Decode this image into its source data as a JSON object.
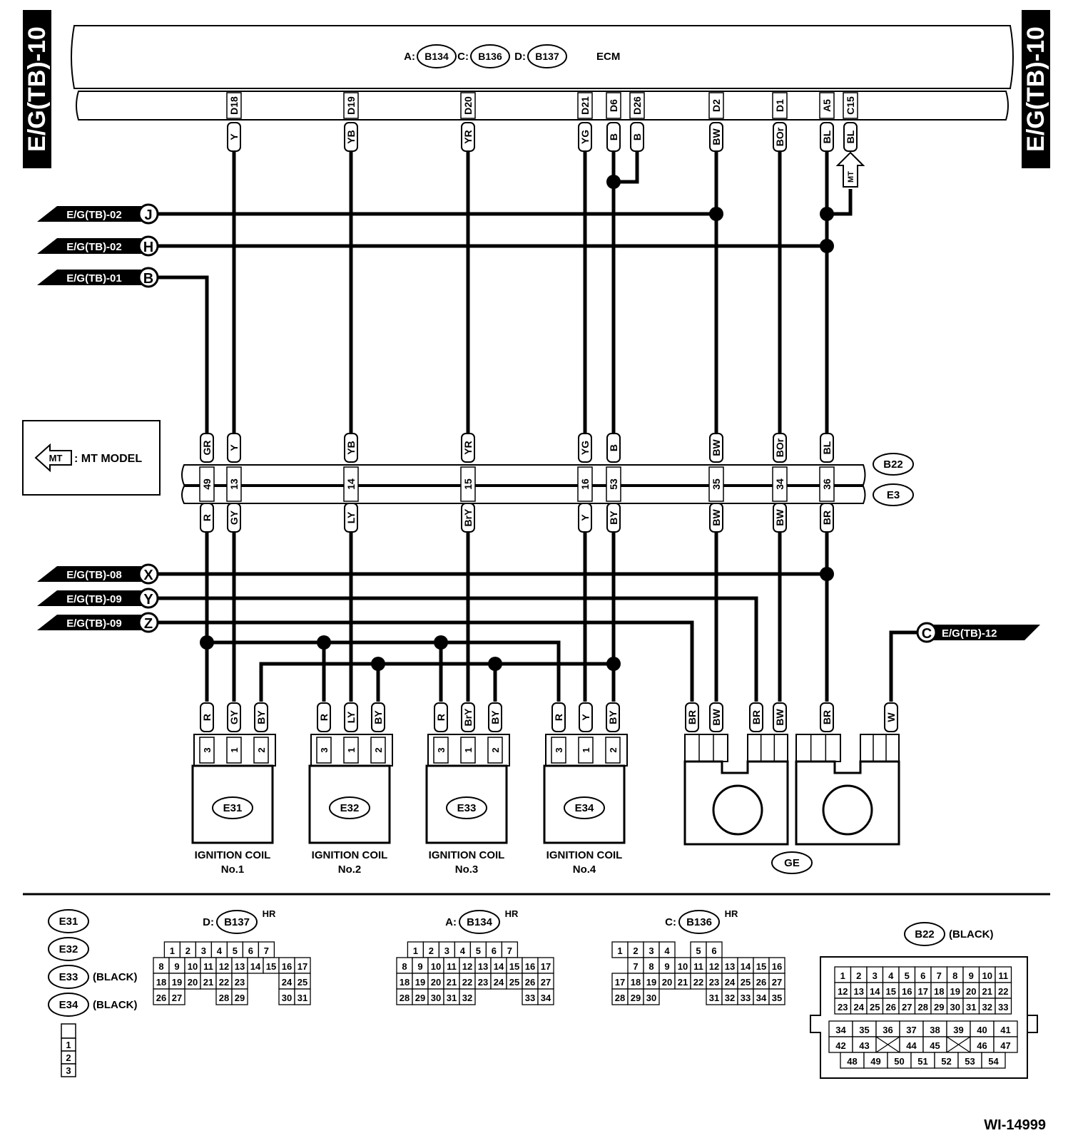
{
  "page_refs": {
    "left": "E/G(TB)-10",
    "right": "E/G(TB)-10"
  },
  "ecm": {
    "label": "ECM",
    "connectors": [
      {
        "prefix": "A:",
        "id": "B134"
      },
      {
        "prefix": "C:",
        "id": "B136"
      },
      {
        "prefix": "D:",
        "id": "B137"
      }
    ]
  },
  "ecm_pins": [
    {
      "pin": "D18",
      "color": "Y"
    },
    {
      "pin": "D19",
      "color": "YB"
    },
    {
      "pin": "D20",
      "color": "YR"
    },
    {
      "pin": "D21",
      "color": "YG"
    },
    {
      "pin": "D6",
      "color": "B"
    },
    {
      "pin": "D26",
      "color": "B"
    },
    {
      "pin": "D2",
      "color": "BW"
    },
    {
      "pin": "D1",
      "color": "BOr"
    },
    {
      "pin": "A5",
      "color": "BL"
    },
    {
      "pin": "C15",
      "color": "BL"
    }
  ],
  "mt_tag": "MT",
  "offpage_left": [
    {
      "ref": "E/G(TB)-02",
      "letter": "J"
    },
    {
      "ref": "E/G(TB)-02",
      "letter": "H"
    },
    {
      "ref": "E/G(TB)-01",
      "letter": "B"
    },
    {
      "ref": "E/G(TB)-08",
      "letter": "X"
    },
    {
      "ref": "E/G(TB)-09",
      "letter": "Y"
    },
    {
      "ref": "E/G(TB)-09",
      "letter": "Z"
    }
  ],
  "offpage_right": {
    "ref": "E/G(TB)-12",
    "letter": "C"
  },
  "legend": {
    "tag": "MT",
    "text": ": MT MODEL"
  },
  "joint": {
    "top_label": "B22",
    "bottom_label": "E3",
    "top_colors": [
      "GR",
      "Y",
      "YB",
      "YR",
      "YG",
      "B",
      "BW",
      "BOr",
      "BL"
    ],
    "pins": [
      "49",
      "13",
      "14",
      "15",
      "16",
      "53",
      "35",
      "34",
      "36"
    ],
    "bottom_colors": [
      "R",
      "GY",
      "LY",
      "BrY",
      "Y",
      "BY",
      "BW",
      "BW",
      "BR"
    ]
  },
  "coils": [
    {
      "id": "E31",
      "name": "IGNITION COIL",
      "number": "No.1",
      "wires": [
        "R",
        "GY",
        "BY"
      ],
      "pins": [
        "3",
        "1",
        "2"
      ]
    },
    {
      "id": "E32",
      "name": "IGNITION COIL",
      "number": "No.2",
      "wires": [
        "R",
        "LY",
        "BY"
      ],
      "pins": [
        "3",
        "1",
        "2"
      ]
    },
    {
      "id": "E33",
      "name": "IGNITION COIL",
      "number": "No.3",
      "wires": [
        "R",
        "BrY",
        "BY"
      ],
      "pins": [
        "3",
        "1",
        "2"
      ]
    },
    {
      "id": "E34",
      "name": "IGNITION COIL",
      "number": "No.4",
      "wires": [
        "R",
        "Y",
        "BY"
      ],
      "pins": [
        "3",
        "1",
        "2"
      ]
    }
  ],
  "ground": {
    "label": "GE",
    "wires": [
      "BR",
      "BW",
      "BR",
      "BW",
      "BR",
      "W"
    ]
  },
  "connector_views": {
    "coil_list": [
      {
        "id": "E31",
        "note": ""
      },
      {
        "id": "E32",
        "note": ""
      },
      {
        "id": "E33",
        "note": "(BLACK)"
      },
      {
        "id": "E34",
        "note": "(BLACK)"
      }
    ],
    "coil_pins": [
      "1",
      "2",
      "3"
    ],
    "b137": {
      "prefix": "D:",
      "id": "B137",
      "sup": "HR",
      "rows": [
        [
          "1",
          "2",
          "3",
          "4",
          "5",
          "6",
          "7"
        ],
        [
          "8",
          "9",
          "10",
          "11",
          "12",
          "13",
          "14",
          "15",
          "16",
          "17"
        ],
        [
          "18",
          "19",
          "20",
          "21",
          "22",
          "23",
          "",
          "",
          "24",
          "25"
        ],
        [
          "26",
          "27",
          "",
          "",
          "28",
          "29",
          "",
          "",
          "30",
          "31"
        ]
      ]
    },
    "b134": {
      "prefix": "A:",
      "id": "B134",
      "sup": "HR",
      "rows": [
        [
          "1",
          "2",
          "3",
          "4",
          "5",
          "6",
          "7"
        ],
        [
          "8",
          "9",
          "10",
          "11",
          "12",
          "13",
          "14",
          "15",
          "16",
          "17"
        ],
        [
          "18",
          "19",
          "20",
          "21",
          "22",
          "23",
          "24",
          "25",
          "26",
          "27"
        ],
        [
          "28",
          "29",
          "30",
          "31",
          "32",
          "",
          "",
          "",
          "33",
          "34"
        ]
      ]
    },
    "b136": {
      "prefix": "C:",
      "id": "B136",
      "sup": "HR",
      "rows": [
        [
          "1",
          "2",
          "3",
          "4",
          "",
          "5",
          "6"
        ],
        [
          "",
          "7",
          "8",
          "9",
          "10",
          "11",
          "12",
          "13",
          "14",
          "15",
          "16"
        ],
        [
          "17",
          "18",
          "19",
          "20",
          "21",
          "22",
          "23",
          "24",
          "25",
          "26",
          "27"
        ],
        [
          "28",
          "29",
          "30",
          "",
          "",
          "",
          "31",
          "32",
          "33",
          "34",
          "35"
        ]
      ]
    },
    "b22": {
      "id": "B22",
      "note": "(BLACK)",
      "rows": [
        [
          "1",
          "2",
          "3",
          "4",
          "5",
          "6",
          "7",
          "8",
          "9",
          "10",
          "11"
        ],
        [
          "12",
          "13",
          "14",
          "15",
          "16",
          "17",
          "18",
          "19",
          "20",
          "21",
          "22"
        ],
        [
          "23",
          "24",
          "25",
          "26",
          "27",
          "28",
          "29",
          "30",
          "31",
          "32",
          "33"
        ],
        [
          "34",
          "35",
          "36",
          "37",
          "38",
          "39",
          "40",
          "41"
        ],
        [
          "42",
          "43",
          "",
          "44",
          "45",
          "",
          "46",
          "47"
        ],
        [
          "48",
          "49",
          "50",
          "51",
          "52",
          "53",
          "54"
        ]
      ]
    }
  },
  "figure_id": "WI-14999"
}
